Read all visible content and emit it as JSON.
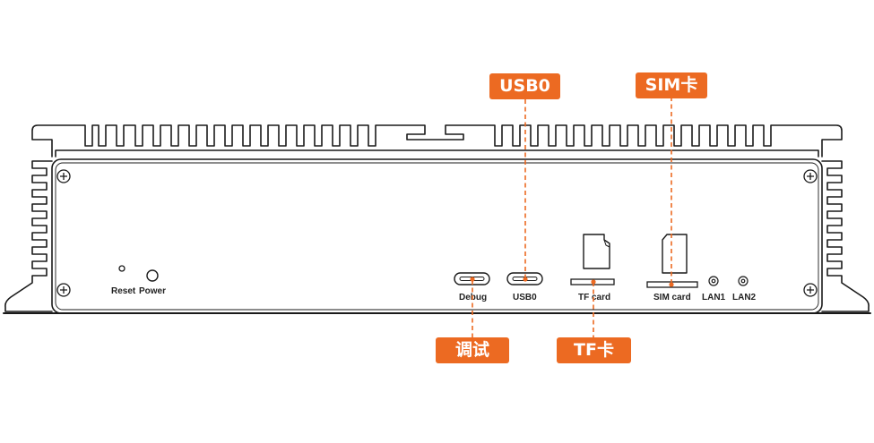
{
  "colors": {
    "accent": "#ec6a22",
    "outline": "#1a1a1a",
    "background": "#ffffff"
  },
  "port_labels": {
    "reset": "Reset",
    "power": "Power",
    "debug": "Debug",
    "usb0": "USB0",
    "tf_card": "TF card",
    "sim_card": "SIM card",
    "lan1": "LAN1",
    "lan2": "LAN2"
  },
  "callouts": {
    "usb0": "USB0",
    "sim": "SIM卡",
    "debug": "调试",
    "tf": "TF卡"
  },
  "icons": {
    "screw": "phillips-screw-icon",
    "sd_card": "tf-card-icon",
    "sim_card": "sim-card-icon"
  }
}
